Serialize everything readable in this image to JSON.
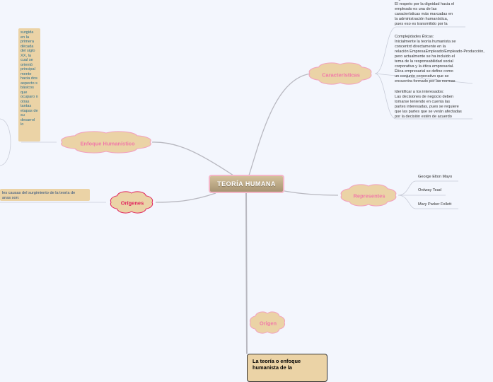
{
  "root": {
    "label": "TEORÍA HUMANA"
  },
  "branches": {
    "caracteristicas": {
      "label": "Características",
      "color": "#f07aa8"
    },
    "enfoque": {
      "label": "Enfoque Humanístico",
      "color": "#f07aa8"
    },
    "origenes": {
      "label": "Orígenes",
      "color": "#e0245e"
    },
    "representes": {
      "label": "Representes",
      "color": "#f07aa8"
    },
    "origen": {
      "label": "Origen",
      "color": "#f07aa8"
    }
  },
  "caracteristicas_items": [
    "Dignidad Humana:\nEl respeto por la dignidad hacia el\nempleado es una de las\ncaracterísticas más marcadas en\nla administración humanística,\npues eso es transmitido por la",
    "Complejidades Éticas:\nInicialmente la teoría humanista se\nconcentró directamente en la\nrelación EmpresaEmpleado/Empleado-Producción,\npero actualmente se ha incluido el\ntema de la responsabilidad social\ncorporativa y la ética empresarial.\nÉtica empresarial se define como\nun conjunto corporativo que se\nencuentra formado por las normas",
    "Identificar a los interesados:\nLas decisiones de negocio deben\ntomarse teniendo en cuenta las\npartes interesadas, pues se requiere\nque las partes que se verán afectadas\npor la decisión estén de acuerdo"
  ],
  "enfoque_note": "surgida en la primera década del siglo XX, la cual se orientó principal mente hacia dos aspecto s básicos que ocuparo n otras tantas etapas de su desarrol lo",
  "origenes_note": "les causas del surgimiento de la teoría de\nanas son:",
  "representes_items": [
    "George Elton Mayo",
    "Ordway Tead",
    "Mary Parker Follett"
  ],
  "origen_box": "La teoría o enfoque\nhumanista de la",
  "colors": {
    "background": "#f3f6fd",
    "cloud_fill": "#ebd3a6",
    "cloud_stroke": "#f2a0bf",
    "note_fill": "#ebd3a6",
    "line": "#b8b8c0"
  }
}
